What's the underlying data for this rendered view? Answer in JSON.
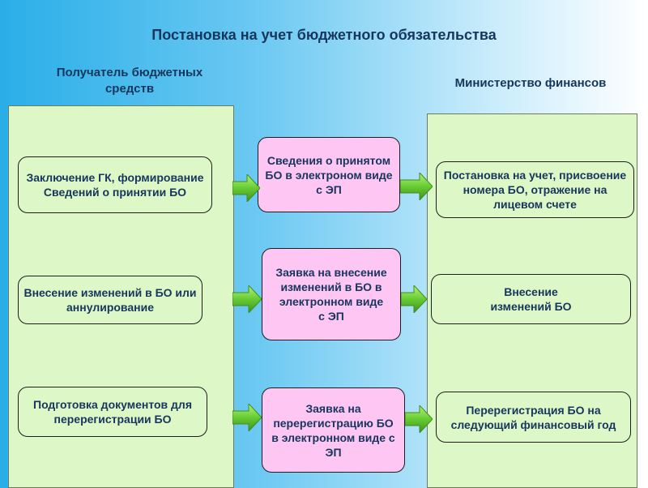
{
  "title": "Постановка на учет бюджетного обязательства",
  "left_header": "Получатель бюджетных средств",
  "right_header": "Министерство финансов",
  "left_boxes": [
    "Заключение ГК, формирование Сведений о принятии БО",
    "Внесение изменений в БО или аннулирование",
    "Подготовка документов для перерегистрации БО"
  ],
  "middle_boxes": [
    "Сведения о принятом БО в электроном виде с ЭП",
    "Заявка на внесение изменений в БО в электронном виде с ЭП",
    "Заявка на перерегистрацию БО в электронном виде с ЭП"
  ],
  "right_boxes": [
    "Постановка на учет, присвоение номера БО, отражение на лицевом счете",
    "Внесение изменений БО",
    "Перерегистрация БО на следующий финансовый год"
  ],
  "colors": {
    "panel": "#ddf7c6",
    "middle_box": "#fdc6f3",
    "arrow": "#66cc33",
    "text": "#17365d"
  }
}
